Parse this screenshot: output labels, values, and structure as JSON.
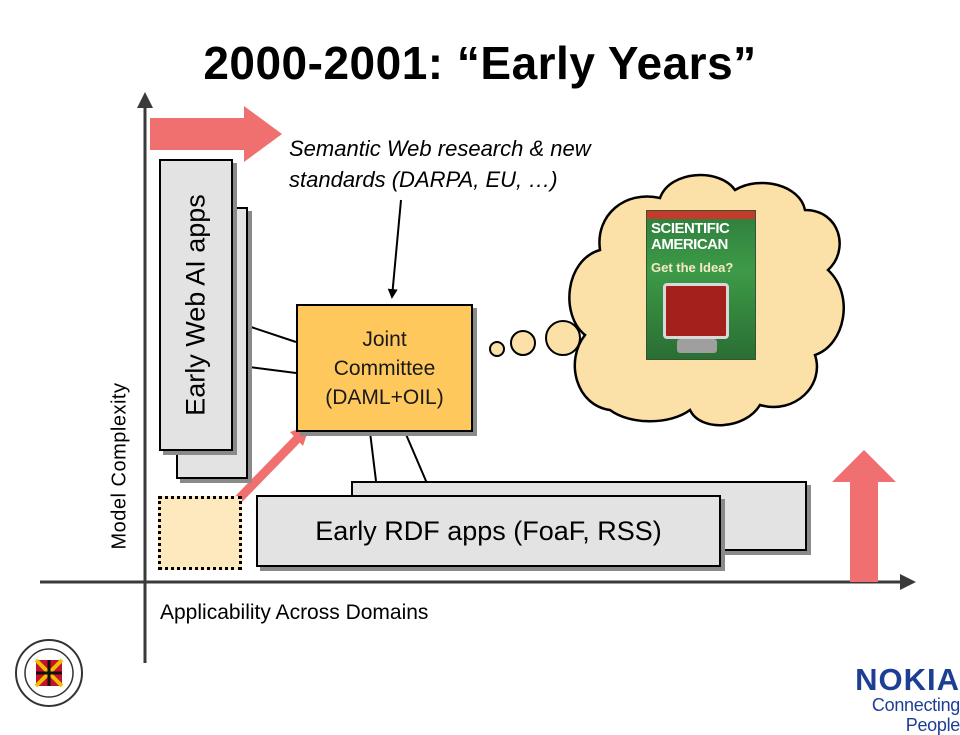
{
  "slide": {
    "title": "2000-2001: “Early Years”",
    "annotation": "Semantic Web research & new standards (DARPA, EU, …)"
  },
  "axes": {
    "y_label": "Model Complexity",
    "x_label": "Applicability Across Domains"
  },
  "boxes": {
    "ai_apps": "Early Web AI apps",
    "joint_line1": "Joint",
    "joint_line2": "Committee",
    "joint_line3": "(DAML+OIL)",
    "rdf_apps": "Early RDF apps (FoaF, RSS)"
  },
  "magazine": {
    "name": "SCIENTIFIC AMERICAN",
    "cover_line": "Get the Idea?"
  },
  "logos": {
    "university": "University of Maryland College Park",
    "company": "NOKIA",
    "tagline": "Connecting People"
  },
  "colors": {
    "arrow": "#f07070",
    "joint_fill": "#ffc85c",
    "box_fill": "#e3e3e3",
    "dotted_fill": "#fde9bd",
    "brand_blue": "#1c3f94"
  }
}
